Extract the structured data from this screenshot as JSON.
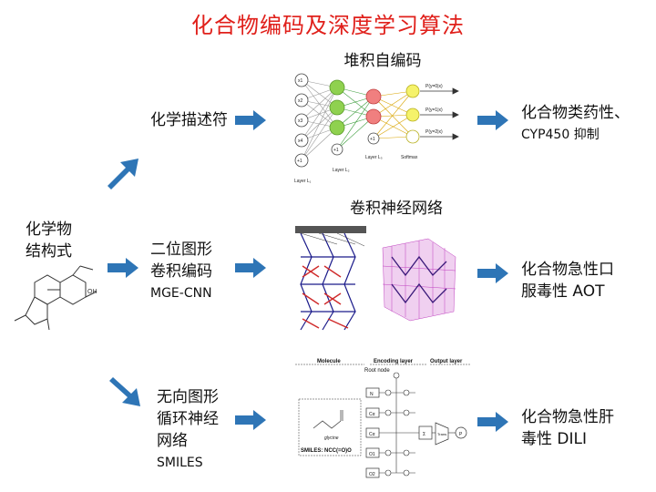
{
  "title": "化合物编码及深度学习算法",
  "structure": {
    "line1": "化学物",
    "line2": "结构式",
    "oh_label": "OH"
  },
  "row1": {
    "method": "化学描述符",
    "model_title": "堆积自编码",
    "result": {
      "line1": "化合物类药性、",
      "line2": "CYP450 抑制"
    },
    "diagram": {
      "inputs": [
        "x1",
        "x2",
        "x3",
        "x4",
        "+1"
      ],
      "hidden_bias": "+1",
      "hidden2_bias": "+1",
      "outputs": [
        "P(y=0|x)",
        "P(y=1|x)",
        "P(y=2|x)"
      ],
      "layer_l1": "Layer L₁",
      "layer_l2": "Layer L₂",
      "layer_l3": "Layer L₃",
      "softmax": "Softmax"
    }
  },
  "row2": {
    "method": {
      "line1": "二位图形",
      "line2": "卷积编码",
      "line3": "MGE-CNN"
    },
    "model_title": "卷积神经网络",
    "result": {
      "line1": "化合物急性口",
      "line2": "服毒性 AOT"
    }
  },
  "row3": {
    "method": {
      "line1": "无向图形",
      "line2": "循环神经",
      "line3": "网络",
      "line4": "SMILES"
    },
    "result": {
      "line1": "化合物急性肝",
      "line2": "毒性 DILI"
    },
    "diagram": {
      "molecule_header": "Molecule",
      "encoding_header": "Encoding layer",
      "output_header": "Output layer",
      "root_node": "Root node",
      "glycine": "glycine",
      "smiles": "SMILES: NCC(=O)O",
      "node_labels": [
        "N",
        "Cα",
        "Cα",
        "O1",
        "O2"
      ],
      "output_node": "P",
      "sum_label": "Σ",
      "trans_label": "Trans"
    }
  },
  "colors": {
    "title": "#e0201b",
    "arrow": "#2e75b6"
  }
}
